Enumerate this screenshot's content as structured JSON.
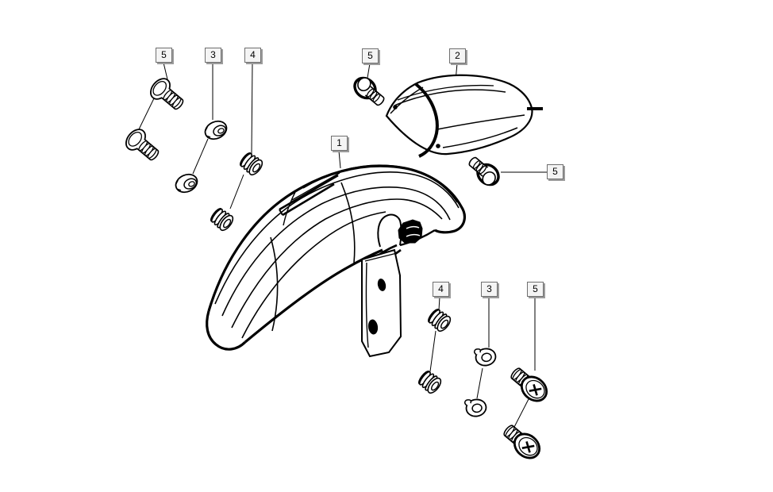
{
  "diagram": {
    "callouts": [
      {
        "label": "5"
      },
      {
        "label": "3"
      },
      {
        "label": "4"
      },
      {
        "label": "5"
      },
      {
        "label": "2"
      },
      {
        "label": "1"
      },
      {
        "label": "5"
      },
      {
        "label": "4"
      },
      {
        "label": "3"
      },
      {
        "label": "5"
      }
    ],
    "colors": {
      "background": "#ffffff",
      "line": "#000000",
      "callout_fill": "#f4f4f4",
      "callout_border": "#6f6f6f",
      "callout_shadow": "#9c9c9c"
    }
  }
}
